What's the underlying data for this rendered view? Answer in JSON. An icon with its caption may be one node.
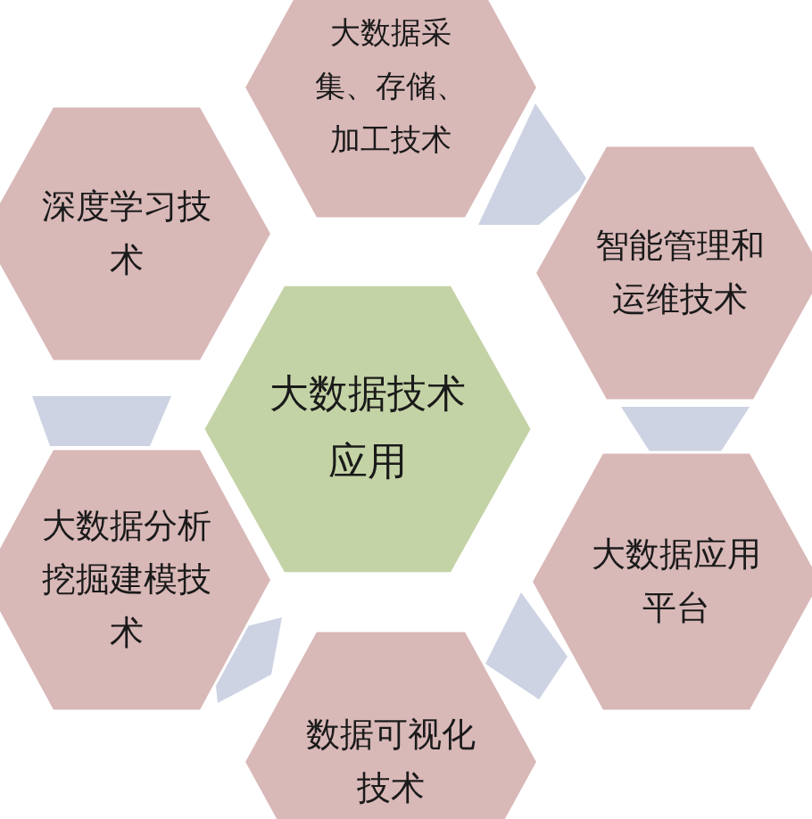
{
  "diagram": {
    "nodes": [
      {
        "text": [
          "大数据采集、存储、加工技术"
        ]
      },
      {
        "text": [
          "深度学习技术"
        ]
      },
      {
        "text": [
          "智能管理和运维技术"
        ]
      },
      {
        "text": [
          "大数据技术应用"
        ]
      },
      {
        "text": [
          "大数据分析挖掘建模技术"
        ]
      },
      {
        "text": [
          "大数据应用平台"
        ]
      },
      {
        "text": [
          "数据可视化技术"
        ]
      }
    ]
  }
}
